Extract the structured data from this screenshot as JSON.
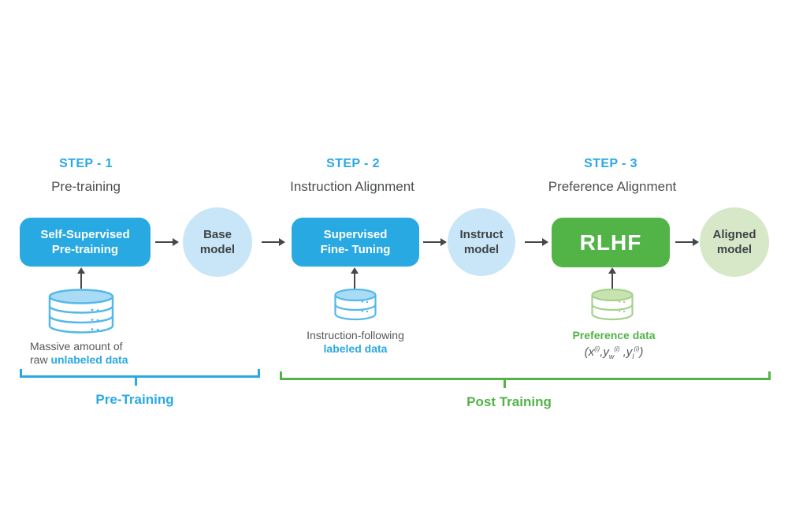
{
  "palette": {
    "blue_accent": "#29a9e2",
    "light_blue_circle": "#c9e6f8",
    "db_blue_stroke": "#55b8e9",
    "db_blue_top_fill": "#a9dbf4",
    "green_accent": "#52b347",
    "light_green_circle": "#d6e8c8",
    "db_green_stroke": "#a6d18c",
    "db_green_top_fill": "#c9e3b0",
    "dark_text": "#3f4347",
    "gray_text": "#55585b",
    "arrow_color": "#45484b"
  },
  "steps": [
    {
      "header": "STEP - 1",
      "subtitle": "Pre-training",
      "box": {
        "line1": "Self-Supervised",
        "line2": "Pre-training"
      },
      "model": {
        "line1": "Base",
        "line2": "model"
      },
      "data_caption": {
        "line1": "Massive amount of",
        "line2_prefix": "raw ",
        "line2_highlight": "unlabeled data"
      }
    },
    {
      "header": "STEP - 2",
      "subtitle": "Instruction Alignment",
      "box": {
        "line1": "Supervised",
        "line2": "Fine- Tuning"
      },
      "model": {
        "line1": "Instruct",
        "line2": "model"
      },
      "data_caption": {
        "line1": "Instruction-following",
        "line2_highlight": "labeled data"
      }
    },
    {
      "header": "STEP - 3",
      "subtitle": "Preference Alignment",
      "box": {
        "line1": "RLHF"
      },
      "model": {
        "line1": "Aligned",
        "line2": "model"
      },
      "data_caption": {
        "highlight": "Preference data"
      },
      "formula": {
        "p1": "(x",
        "sup1": "(i)",
        "p2": ",y",
        "sub2": "w",
        "sup2": "(i)",
        "p3": " ,y",
        "sub3": "l",
        "sup3": "(i)",
        "p4": ")"
      }
    }
  ],
  "brackets": [
    {
      "label": "Pre-Training"
    },
    {
      "label": "Post Training"
    }
  ]
}
